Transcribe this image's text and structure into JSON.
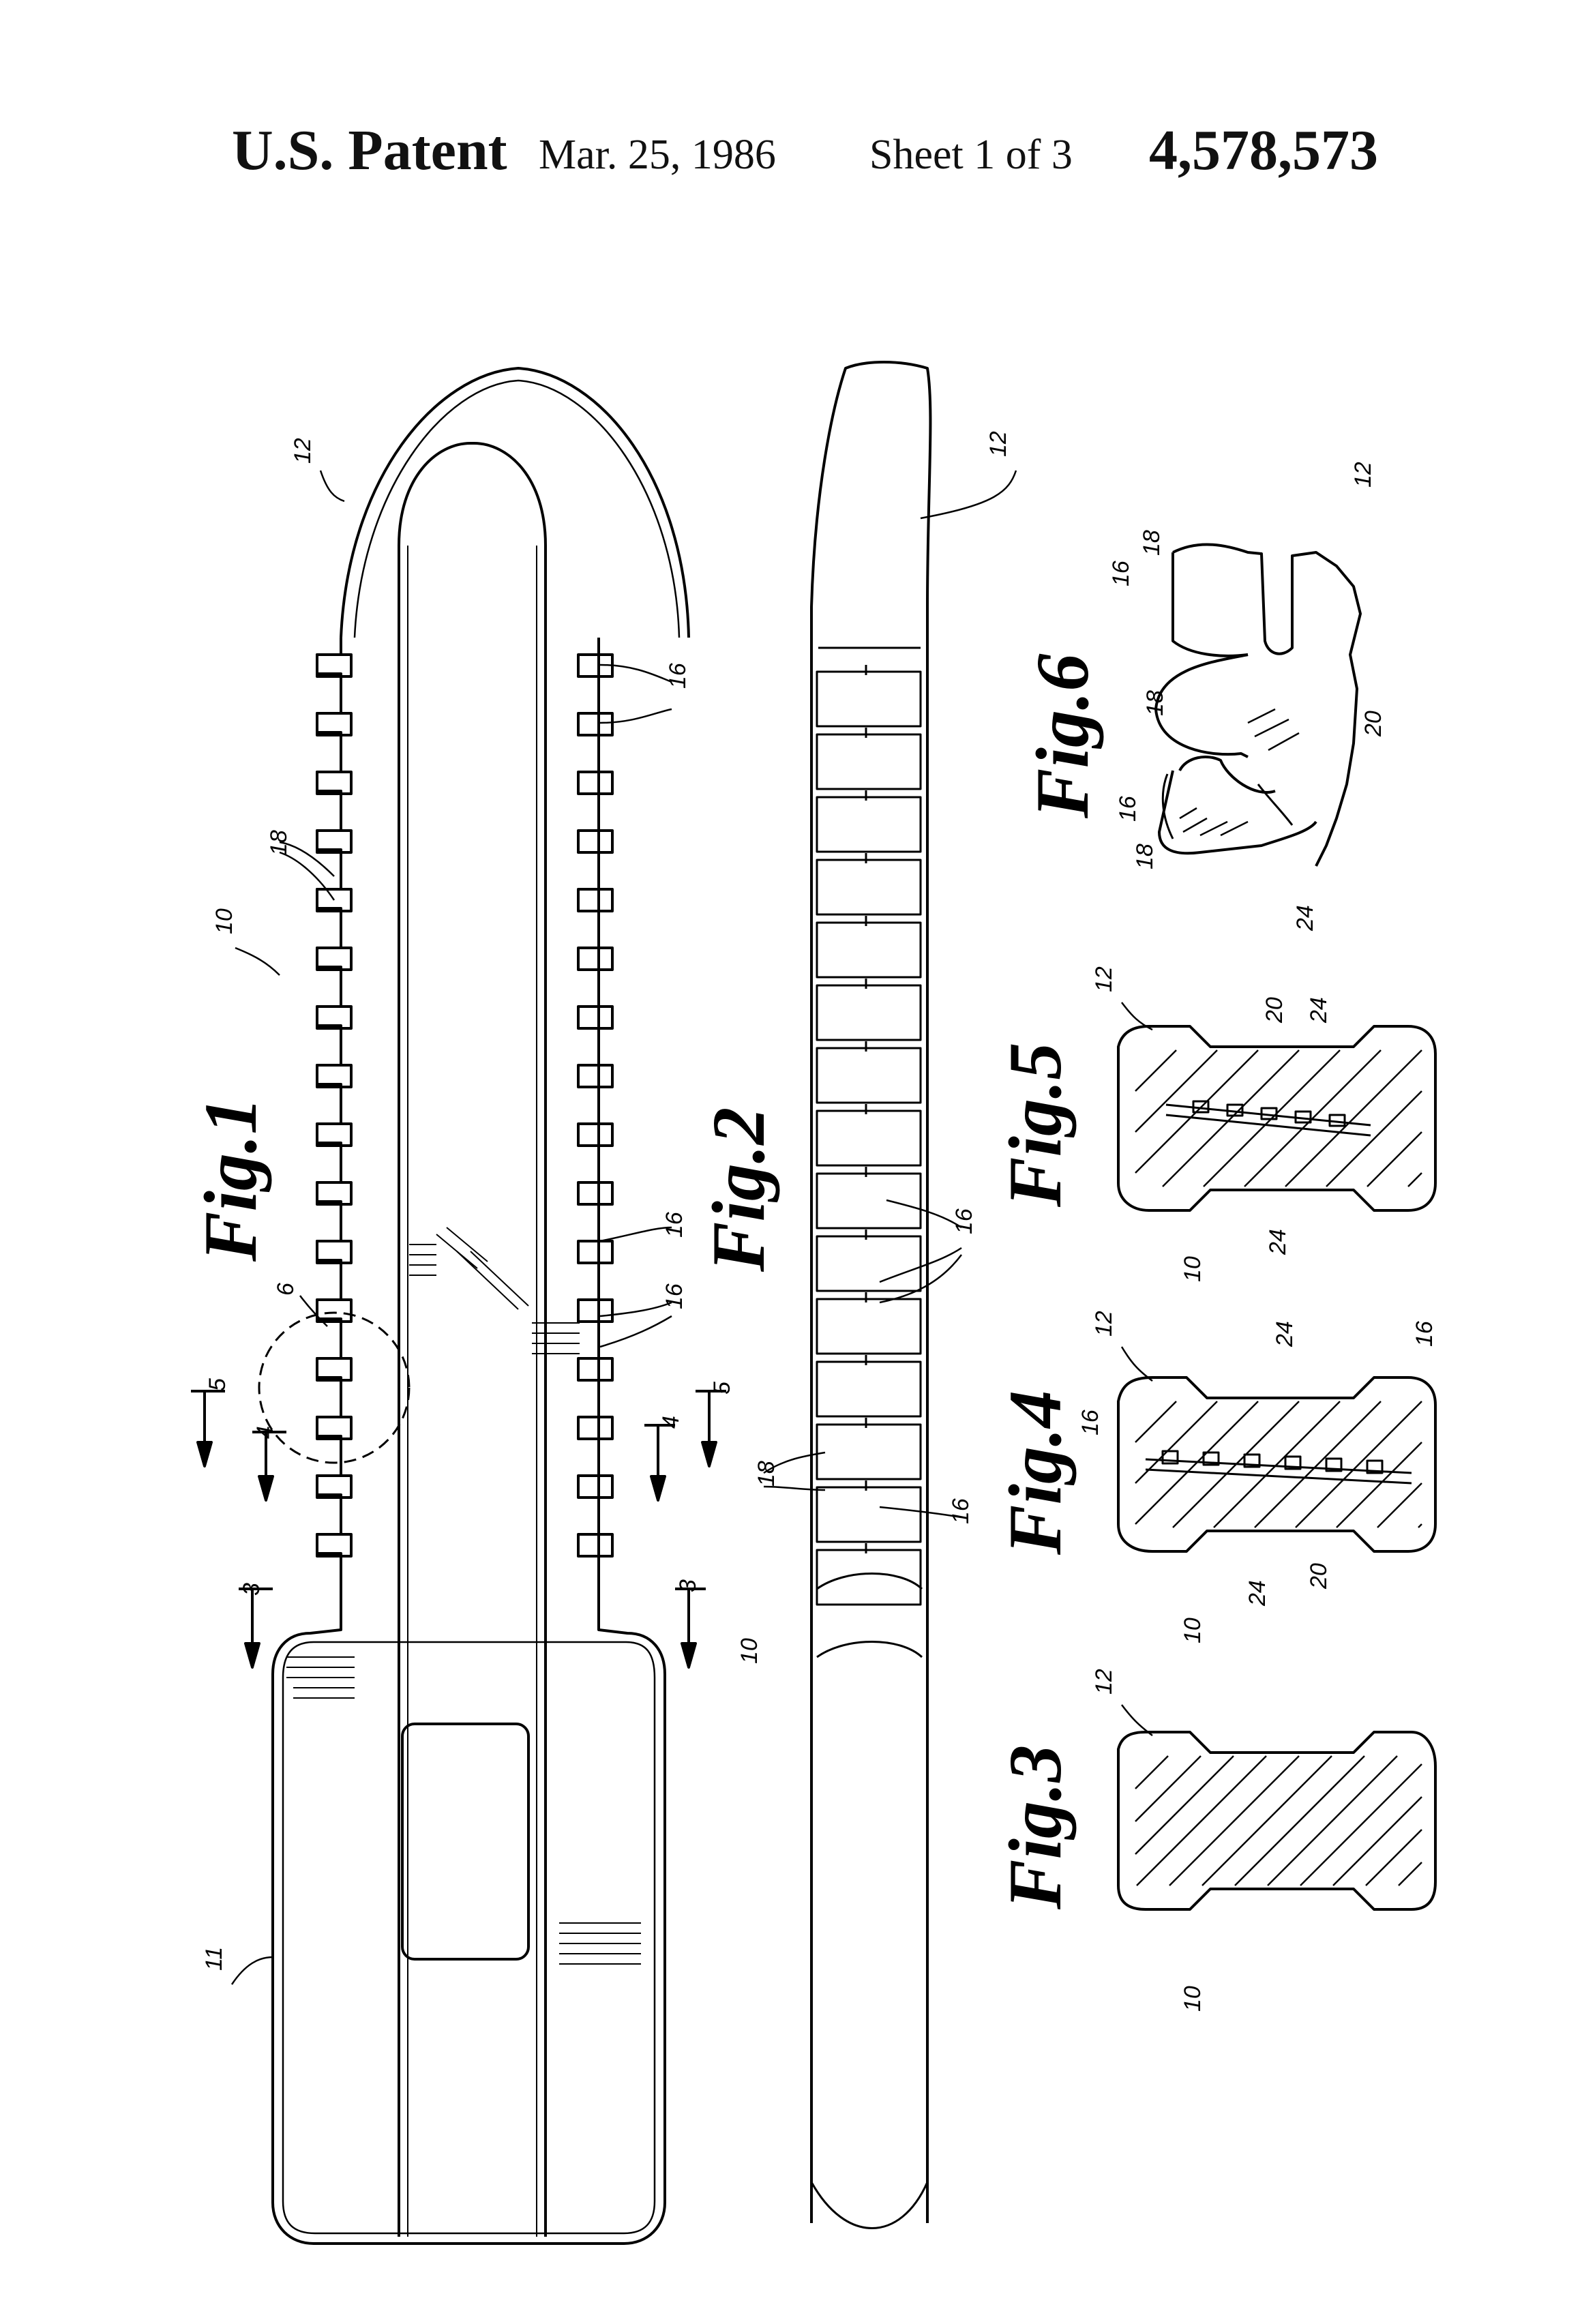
{
  "header": {
    "title": "U.S. Patent",
    "date": "Mar. 25, 1986",
    "sheet": "Sheet 1 of 3",
    "patent_number": "4,578,573"
  },
  "figures": {
    "fig1": "Fig.1",
    "fig2": "Fig.2",
    "fig3": "Fig.3",
    "fig4": "Fig.4",
    "fig5": "Fig.5",
    "fig6": "Fig.6"
  },
  "labels": {
    "r10": "10",
    "r11": "11",
    "r12": "12",
    "r16": "16",
    "r18": "18",
    "r20": "20",
    "r24": "24",
    "s3": "3",
    "s4": "4",
    "s5": "5",
    "s6": "6"
  },
  "colors": {
    "ink": "#000000",
    "paper": "#ffffff"
  }
}
